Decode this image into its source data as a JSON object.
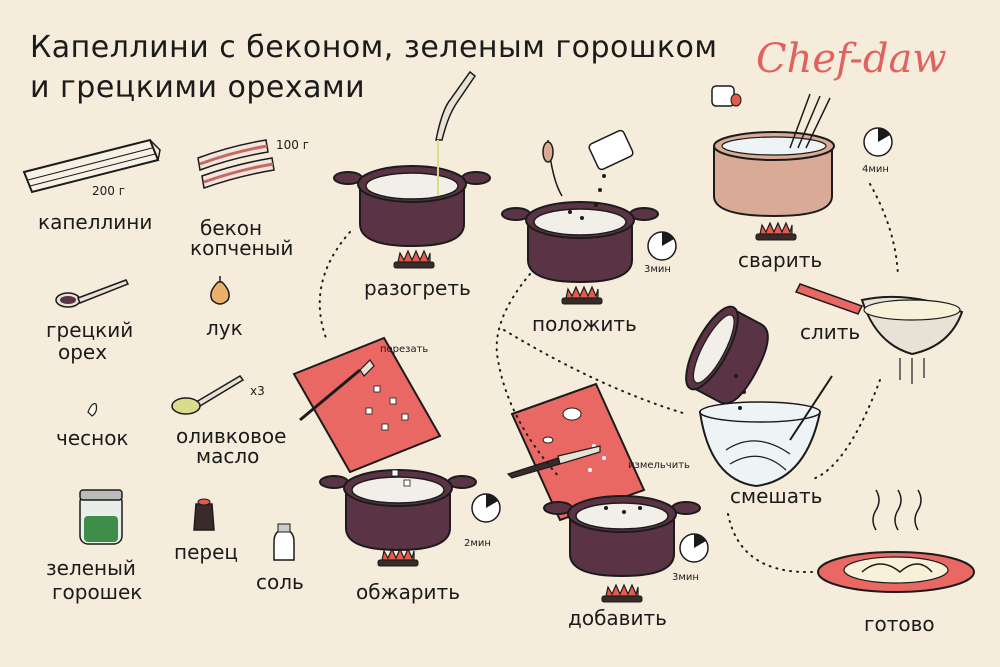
{
  "title": {
    "line1": "Капеллини с беконом, зеленым горошком",
    "line2": "и грецкими орехами"
  },
  "brand": "Chef-daw",
  "ingredients": {
    "capellini": {
      "label": "капеллини",
      "amount": "200 г"
    },
    "bacon": {
      "label_line1": "бекон",
      "label_line2": "копченый",
      "amount": "100 г"
    },
    "walnut": {
      "label_line1": "грецкий",
      "label_line2": "орех"
    },
    "onion": {
      "label": "лук"
    },
    "garlic": {
      "label": "чеснок"
    },
    "olive_oil": {
      "label_line1": "оливковое",
      "label_line2": "масло",
      "amount": "x3"
    },
    "peas": {
      "label_line1": "зеленый",
      "label_line2": "горошек"
    },
    "pepper": {
      "label": "перец"
    },
    "salt": {
      "label": "соль"
    }
  },
  "steps": {
    "heat": {
      "label": "разогреть"
    },
    "add_in": {
      "label": "положить",
      "time": "3мин"
    },
    "boil": {
      "label": "сварить",
      "time": "4мин"
    },
    "drain": {
      "label": "слить"
    },
    "mix": {
      "label": "смешать"
    },
    "chop": {
      "note": "порезать"
    },
    "fry": {
      "label": "обжарить",
      "time": "2мин"
    },
    "mince": {
      "note": "измельчить"
    },
    "add": {
      "label": "добавить",
      "time": "3мин"
    },
    "done": {
      "label": "готово"
    }
  },
  "icons": [
    "pot-icon",
    "burner-icon",
    "timer-icon",
    "cutting-board-icon",
    "knife-icon",
    "colander-icon",
    "bowl-icon",
    "plate-icon",
    "salt-shaker-icon",
    "pepper-grinder-icon",
    "spoon-icon",
    "jar-icon"
  ],
  "colors": {
    "background": "#f6ecdc",
    "pot": "#5a3444",
    "pot_inside": "#f2efe8",
    "board": "#e96864",
    "brand": "#e0625e",
    "flame": "#e45a4c",
    "boil_pot": "#d9ab96",
    "peas": "#3e8e4a"
  }
}
